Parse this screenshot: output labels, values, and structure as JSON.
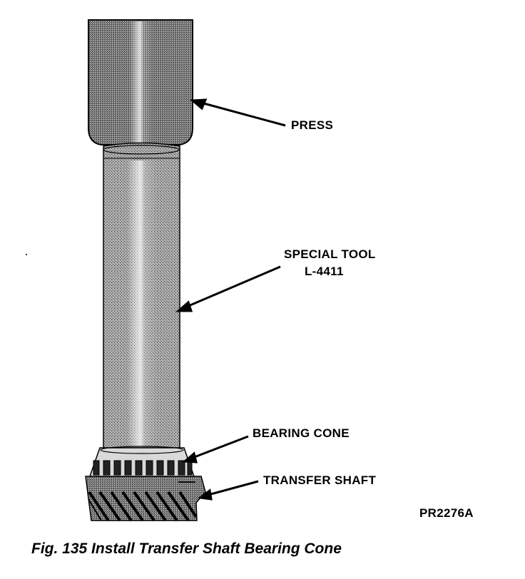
{
  "labels": {
    "press": "PRESS",
    "special_tool_line1": "SPECIAL TOOL",
    "special_tool_line2": "L-4411",
    "bearing_cone": "BEARING CONE",
    "transfer_shaft": "TRANSFER SHAFT",
    "figure_code": "PR2276A"
  },
  "caption": "Fig. 135 Install Transfer Shaft Bearing Cone"
}
